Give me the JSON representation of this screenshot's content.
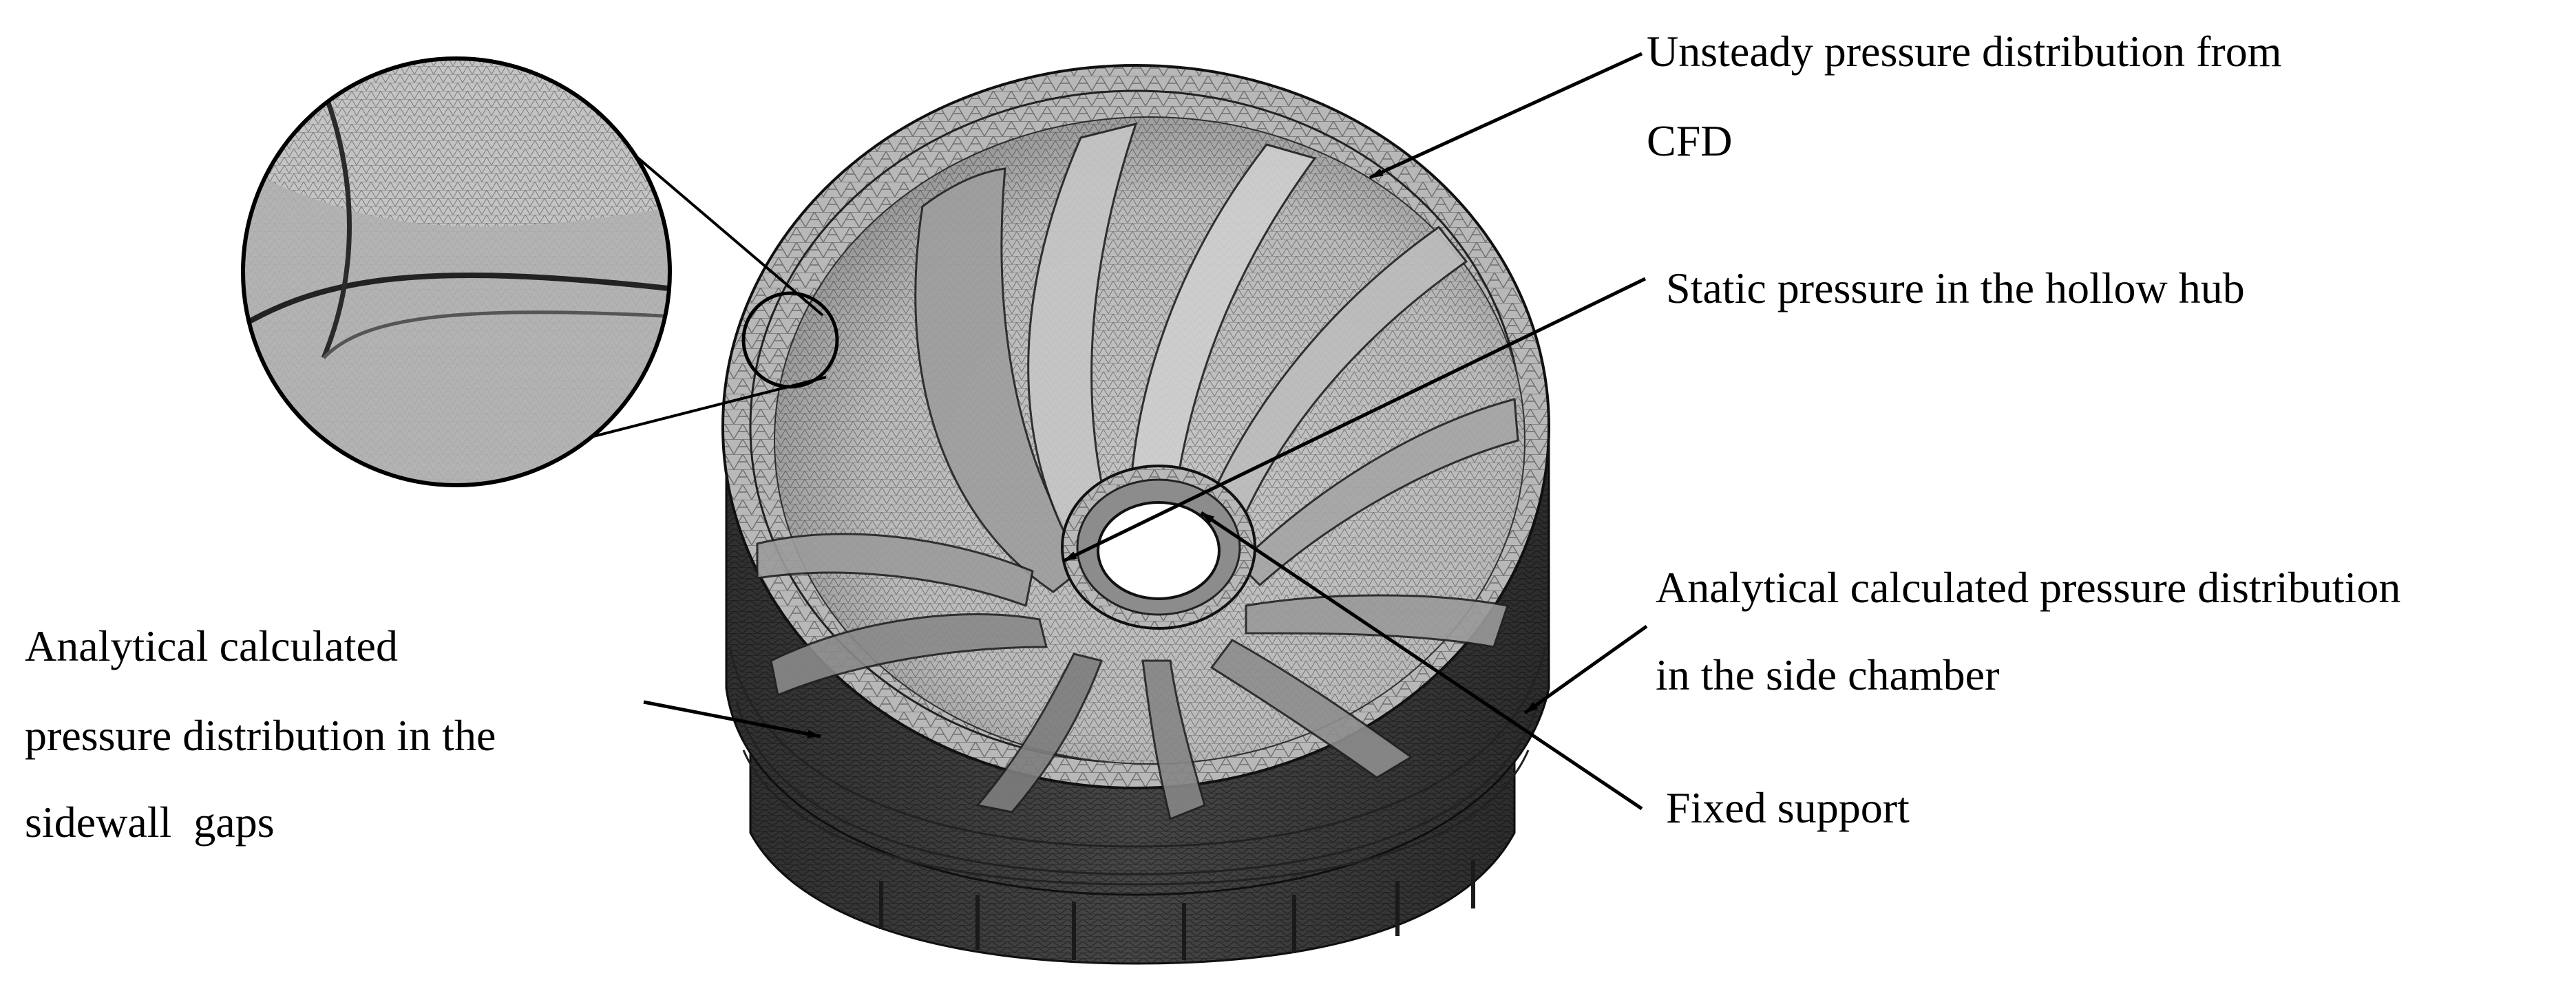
{
  "labels": {
    "cfd_line1": "Unsteady pressure distribution from",
    "cfd_line2": "CFD",
    "hub": "Static pressure in the hollow hub",
    "side_line1": "Analytical calculated pressure distribution",
    "side_line2": "in the side chamber",
    "fixed": "Fixed support",
    "gaps_line1": "Analytical calculated",
    "gaps_line2": "pressure distribution in the",
    "gaps_line3": "sidewall  gaps"
  },
  "colors": {
    "mesh_face": "#b4b4b4",
    "mesh_dark": "#3c3c3c",
    "blade": "#a8a8a8",
    "outline": "#000000",
    "text": "#000000"
  }
}
